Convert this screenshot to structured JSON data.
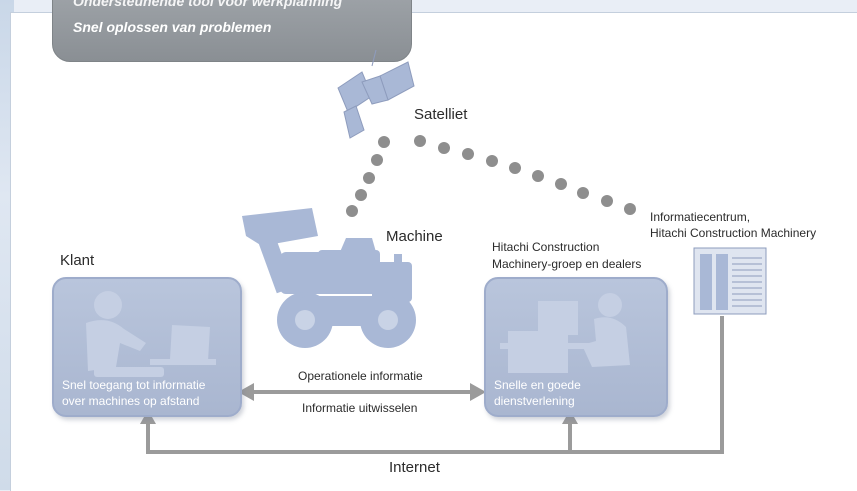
{
  "banner": {
    "line1": "Ondersteunende tool voor werkplanning",
    "line2": "Snel oplossen van problemen"
  },
  "labels": {
    "satellite": "Satelliet",
    "machine": "Machine",
    "info_center_line1": "Informatiecentrum,",
    "info_center_line2": "Hitachi Construction Machinery",
    "dealer_line1": "Hitachi Construction",
    "dealer_line2": "Machinery-groep en dealers",
    "customer": "Klant",
    "operational_info": "Operationele informatie",
    "info_exchange": "Informatie uitwisselen",
    "internet": "Internet"
  },
  "customer_box": {
    "line1": "Snel toegang tot informatie",
    "line2": "over machines op afstand"
  },
  "dealer_box": {
    "line1": "Snelle en goede",
    "line2": "dienstverlening"
  },
  "colors": {
    "box_fill": "#aeb9d3",
    "silhouette": "#a9b8d6",
    "arrow": "#9b9b9b",
    "banner": "#959a9f"
  }
}
